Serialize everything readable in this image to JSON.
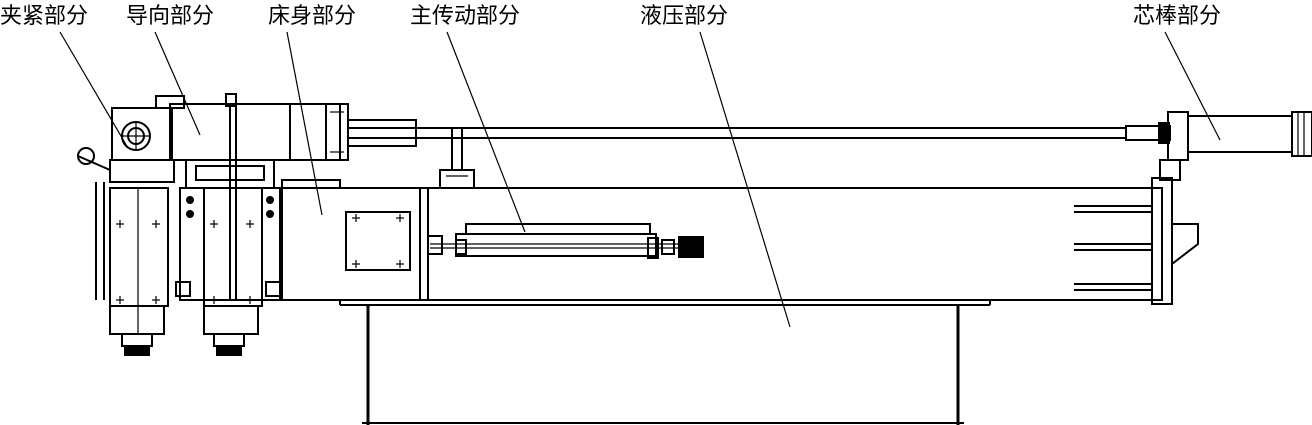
{
  "labels": {
    "clamp": "夹紧部分",
    "guide": "导向部分",
    "bed": "床身部分",
    "main_drive": "主传动部分",
    "hydraulic": "液压部分",
    "mandrel": "芯棒部分"
  }
}
